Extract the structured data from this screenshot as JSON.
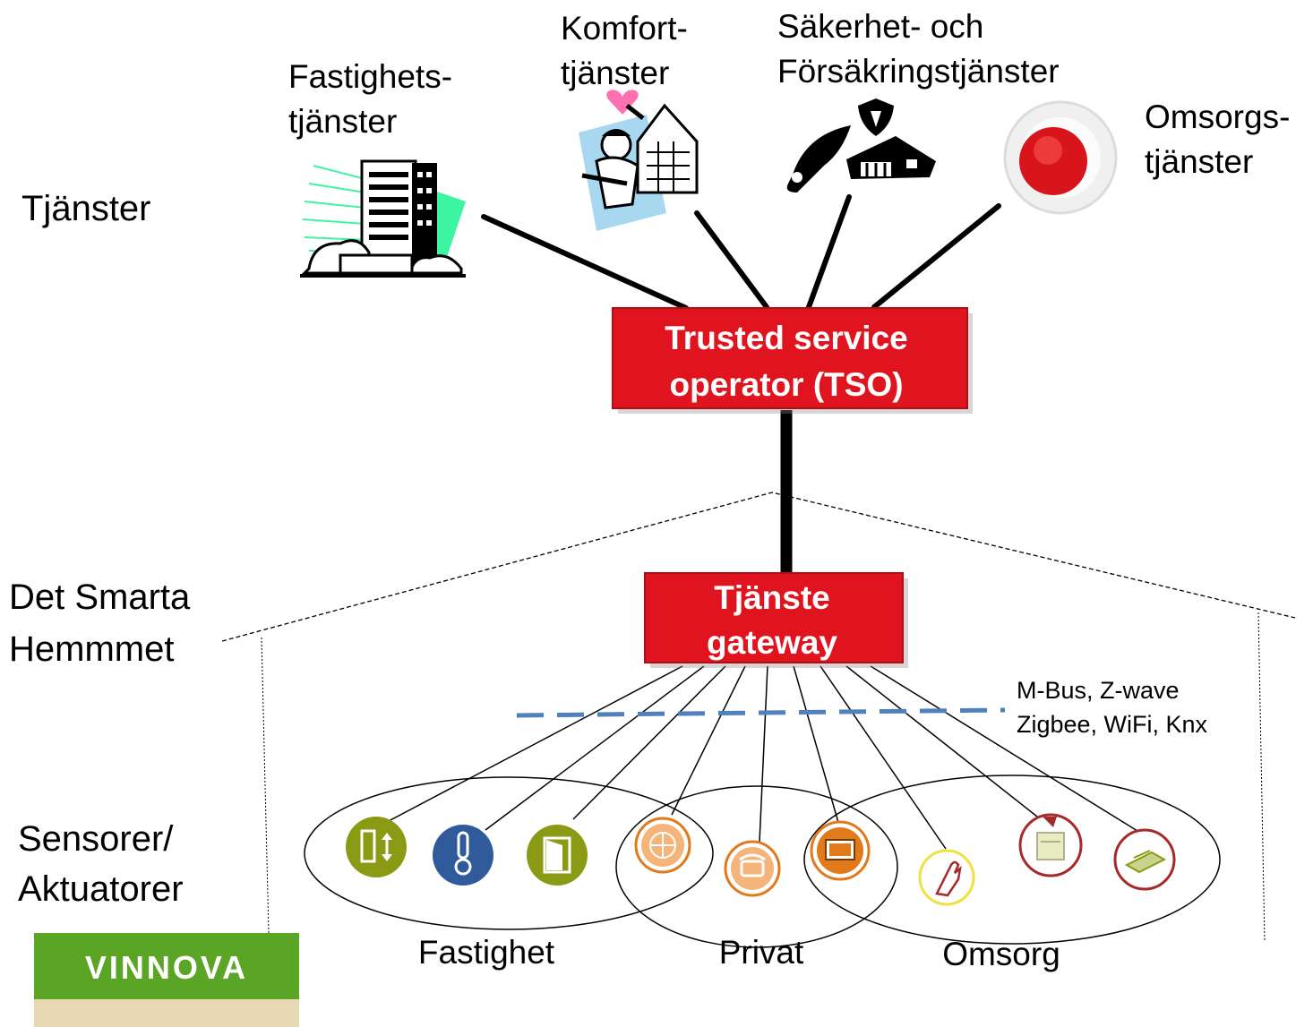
{
  "layers": {
    "services": "Tjänster",
    "home_line1": "Det Smarta",
    "home_line2": "Hemmmet",
    "sensors_line1": "Sensorer/",
    "sensors_line2": "Aktuatorer"
  },
  "services": {
    "fastighet": [
      "Fastighets-",
      "tjänster"
    ],
    "komfort": [
      "Komfort-",
      "tjänster"
    ],
    "sakerhet": [
      "Säkerhet- och",
      "Försäkringstjänster"
    ],
    "omsorg": [
      "Omsorgs-",
      "tjänster"
    ]
  },
  "tso": [
    "Trusted service",
    "operator (TSO)"
  ],
  "gateway": [
    "Tjänste",
    "gateway"
  ],
  "protocols": [
    "M-Bus, Z-wave",
    "Zigbee, WiFi, Knx"
  ],
  "groups": [
    "Fastighet",
    "Privat",
    "Omsorg"
  ],
  "device_icons": [
    "elevator-icon",
    "thermometer-icon",
    "door-icon",
    "globe-icon",
    "telephone-icon",
    "monitor-icon",
    "hand-icon",
    "appliance-icon",
    "scale-icon"
  ],
  "logo": "VINNOVA",
  "colors": {
    "box_red": "#e0141e",
    "protocol_line": "#4f81bd",
    "fastighet_icon": "#8b9a14",
    "thermo_icon": "#2f5b9a",
    "privat_icon": "#e07a1b",
    "omsorg_icon": "#a52a2a",
    "logo_green": "#5aa526"
  }
}
